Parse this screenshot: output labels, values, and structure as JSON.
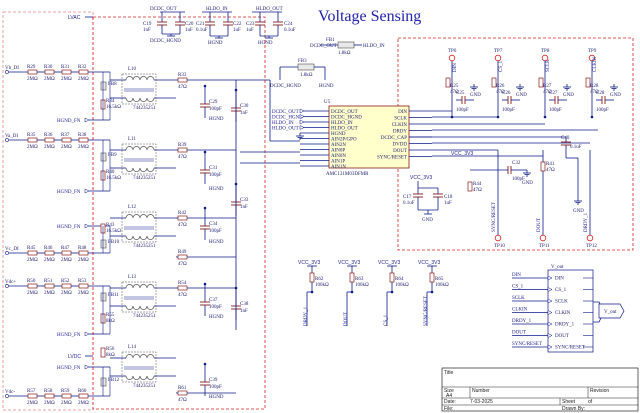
{
  "title": "Voltage Sensing",
  "inputs": {
    "vb_plus": "Vb_DI",
    "va_plus": "Va_DI",
    "vc_plus": "Vc_DI",
    "vdc_plus": "Vdc+",
    "vdc_minus": "Vdc-"
  },
  "power_nets": {
    "lvac": "LVAC",
    "lvdc": "LVDC",
    "hgnd_fn": "HGND_FN",
    "dcdc_hgnd": "DCDC_HGND",
    "vcc_3v3": "VCC_3V3",
    "hldo_in": "HLDO_IN",
    "hldo_out": "HLDO_OUT",
    "dcdc_out": "DCDC_OUT",
    "hgnd": "HGND",
    "gnd": "GND"
  },
  "top_caps": [
    {
      "ref": "C19",
      "value": "1nF"
    },
    {
      "ref": "C20",
      "value": "1uF"
    },
    {
      "ref": "C21",
      "value": "0.1uF"
    },
    {
      "ref": "C22",
      "value": "1uF"
    },
    {
      "ref": "C23",
      "value": "1uF"
    },
    {
      "ref": "C24",
      "value": "0.1uF"
    }
  ],
  "ferrites": [
    {
      "ref": "FB1",
      "value": "1.8kΩ"
    },
    {
      "ref": "FB3",
      "value": "1.8kΩ"
    }
  ],
  "divider_resistors": {
    "vb": [
      {
        "ref": "R29",
        "value": "2MΩ"
      },
      {
        "ref": "R30",
        "value": "2MΩ"
      },
      {
        "ref": "R31",
        "value": "2MΩ"
      },
      {
        "ref": "R32",
        "value": "2MΩ"
      }
    ],
    "va": [
      {
        "ref": "R35",
        "value": "2MΩ"
      },
      {
        "ref": "R36",
        "value": "2MΩ"
      },
      {
        "ref": "R37",
        "value": "2MΩ"
      },
      {
        "ref": "R38",
        "value": "2MΩ"
      }
    ],
    "vc": [
      {
        "ref": "R45",
        "value": "2MΩ"
      },
      {
        "ref": "R46",
        "value": "2MΩ"
      },
      {
        "ref": "R47",
        "value": "2MΩ"
      },
      {
        "ref": "R48",
        "value": "2MΩ"
      }
    ],
    "vdc_plus": [
      {
        "ref": "R50",
        "value": "2MΩ"
      },
      {
        "ref": "R51",
        "value": "2MΩ"
      },
      {
        "ref": "R52",
        "value": "2MΩ"
      },
      {
        "ref": "R53",
        "value": "2MΩ"
      }
    ],
    "vdc_minus": [
      {
        "ref": "R57",
        "value": "2MΩ"
      },
      {
        "ref": "R58",
        "value": "2MΩ"
      },
      {
        "ref": "R59",
        "value": "2MΩ"
      },
      {
        "ref": "R60",
        "value": "2MΩ"
      }
    ]
  },
  "sense_resistors": [
    {
      "ref": "R34",
      "value": "16.5kΩ"
    },
    {
      "ref": "R40",
      "value": "16.5kΩ"
    },
    {
      "ref": "R43",
      "value": "16.5kΩ"
    },
    {
      "ref": "R55",
      "value": "8kΩ"
    },
    {
      "ref": "R56",
      "value": "8kΩ"
    }
  ],
  "ferrite_beads_side": [
    {
      "ref": "FB8"
    },
    {
      "ref": "FB9"
    },
    {
      "ref": "FB10"
    },
    {
      "ref": "FB11"
    },
    {
      "ref": "FB12"
    }
  ],
  "chokes": [
    {
      "ref": "L10",
      "value": "744235251"
    },
    {
      "ref": "L11",
      "value": "744235251"
    },
    {
      "ref": "L12",
      "value": "744235251"
    },
    {
      "ref": "L13",
      "value": "744235251"
    },
    {
      "ref": "L14",
      "value": "744235251"
    }
  ],
  "filter_resistors": [
    {
      "ref": "R33",
      "value": "47Ω"
    },
    {
      "ref": "R39",
      "value": "47Ω"
    },
    {
      "ref": "R42",
      "value": "47Ω"
    },
    {
      "ref": "R49",
      "value": "47Ω"
    },
    {
      "ref": "R54",
      "value": "47Ω"
    },
    {
      "ref": "R61",
      "value": "47Ω"
    }
  ],
  "filter_caps": [
    {
      "ref": "C29",
      "value": "100pF"
    },
    {
      "ref": "C30",
      "value": "1nF"
    },
    {
      "ref": "C31",
      "value": "100pF"
    },
    {
      "ref": "C33",
      "value": "1nF"
    },
    {
      "ref": "C34",
      "value": "100pF"
    },
    {
      "ref": "C37",
      "value": "100pF"
    },
    {
      "ref": "C38",
      "value": "1nF"
    },
    {
      "ref": "C39",
      "value": "100pF"
    }
  ],
  "ic": {
    "ref": "U5",
    "part": "AMC131M03DFMR",
    "left_pins": [
      "DCDC_OUT",
      "DCDC_HGND",
      "HLDO_IN",
      "HLDO_OUT",
      "HGND",
      "AIN2P/GPO",
      "AIN2N",
      "AIN0P",
      "AIN0N",
      "AIN1P",
      "AIN1N"
    ],
    "right_pins": [
      "DIN",
      "SCLK",
      "CLKIN",
      "DRDY",
      "DCDC_CAP",
      "DVDD",
      "DOUT",
      "SYNC/RESET"
    ],
    "left_nets": [
      "DCDC_OUT",
      "DCDC_HGND",
      "HLDO_IN",
      "HLDO_OUT"
    ]
  },
  "test_points": [
    {
      "ref": "TP6",
      "net": "DIN"
    },
    {
      "ref": "TP7",
      "net": "CS_1"
    },
    {
      "ref": "TP8",
      "net": "SCLK"
    },
    {
      "ref": "TP9",
      "net": "CLKIN"
    },
    {
      "ref": "TP10",
      "net": "SYNC/RESET"
    },
    {
      "ref": "TP11",
      "net": "DOUT"
    },
    {
      "ref": "TP12",
      "net": "DRDY_1"
    }
  ],
  "digital_parts": [
    {
      "ref": "R25",
      "value": "47Ω"
    },
    {
      "ref": "R26",
      "value": "47Ω"
    },
    {
      "ref": "R27",
      "value": "47Ω"
    },
    {
      "ref": "R28",
      "value": "47Ω"
    },
    {
      "ref": "R41",
      "value": "47Ω"
    },
    {
      "ref": "R44",
      "value": "47Ω"
    },
    {
      "ref": "C25",
      "value": "100pF"
    },
    {
      "ref": "C26",
      "value": "100pF"
    },
    {
      "ref": "C27",
      "value": "100pF"
    },
    {
      "ref": "C28",
      "value": "100pF"
    },
    {
      "ref": "C32",
      "value": "100pF"
    },
    {
      "ref": "C40",
      "value": "0.1uF"
    },
    {
      "ref": "C17",
      "value": "0.1uF"
    },
    {
      "ref": "C18",
      "value": "1uF"
    }
  ],
  "pullups": [
    {
      "ref": "R62",
      "value": "100kΩ",
      "net": "DRDY_1"
    },
    {
      "ref": "R63",
      "value": "100kΩ",
      "net": "DOUT"
    },
    {
      "ref": "R64",
      "value": "100kΩ",
      "net": "CS_1"
    },
    {
      "ref": "R65",
      "value": "100kΩ",
      "net": "SYNC/RESET"
    }
  ],
  "v_out": {
    "title": "V_out",
    "port": "V_out",
    "rows": [
      {
        "left": "DIN",
        "right": "DIN"
      },
      {
        "left": "CS_1",
        "right": "CS_1"
      },
      {
        "left": "SCLK",
        "right": "SCLK"
      },
      {
        "left": "CLKIN",
        "right": "CLKIN"
      },
      {
        "left": "DRDY_1",
        "right": "DRDY_1"
      },
      {
        "left": "DOUT",
        "right": "DOUT"
      },
      {
        "left": "SYNC/RESET",
        "right": "SYNC/RESET"
      }
    ]
  },
  "title_block": {
    "title_label": "Title",
    "size_label": "Size",
    "size": "A4",
    "number_label": "Number",
    "revision_label": "Revision",
    "date_label": "Date:",
    "date": "7-03-2025",
    "sheet_label": "Sheet",
    "sheet_of": "of",
    "file_label": "File:",
    "drawn_label": "Drawn By:"
  }
}
